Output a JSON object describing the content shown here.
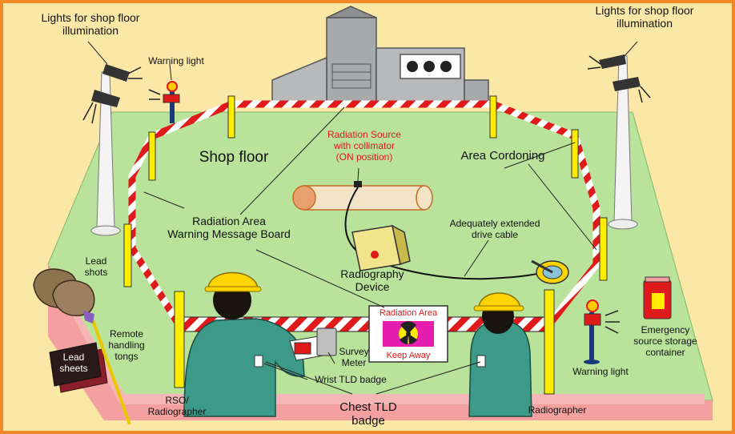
{
  "labels": {
    "lights_left": "Lights for shop floor\nillumination",
    "lights_right": "Lights for shop floor\nillumination",
    "warning_light_top": "Warning light",
    "warning_light_bottom": "Warning light",
    "shop_floor": "Shop floor",
    "radiation_source": "Radiation Source\nwith collimator\n(ON position)",
    "area_cordoning": "Area Cordoning",
    "warning_board": "Radiation Area\nWarning Message Board",
    "drive_cable": "Adequately extended\ndrive cable",
    "radiography_device": "Radiography\nDevice",
    "lead_shots": "Lead\nshots",
    "remote_tongs": "Remote\nhandling\ntongs",
    "lead_sheets": "Lead\nsheets",
    "survey_meter": "Survey\nMeter",
    "wrist_tld": "Wrist TLD badge",
    "chest_tld": "Chest TLD\nbadge",
    "rso": "RSO/\nRadiographer",
    "radiographer": "Radiographer",
    "storage_container": "Emergency\nsource storage\ncontainer"
  },
  "sign": {
    "title": "Radiation Area",
    "subtitle": "Keep Away"
  },
  "colors": {
    "frame": "#f08a24",
    "background": "#fbe8a6",
    "floor": "#b9e39a",
    "border_pink": "#f5a0a0",
    "hazard_red": "#e0191b",
    "post_yellow": "#ffec00",
    "worker_green": "#3d9a88",
    "helmet_yellow": "#ffd400"
  }
}
